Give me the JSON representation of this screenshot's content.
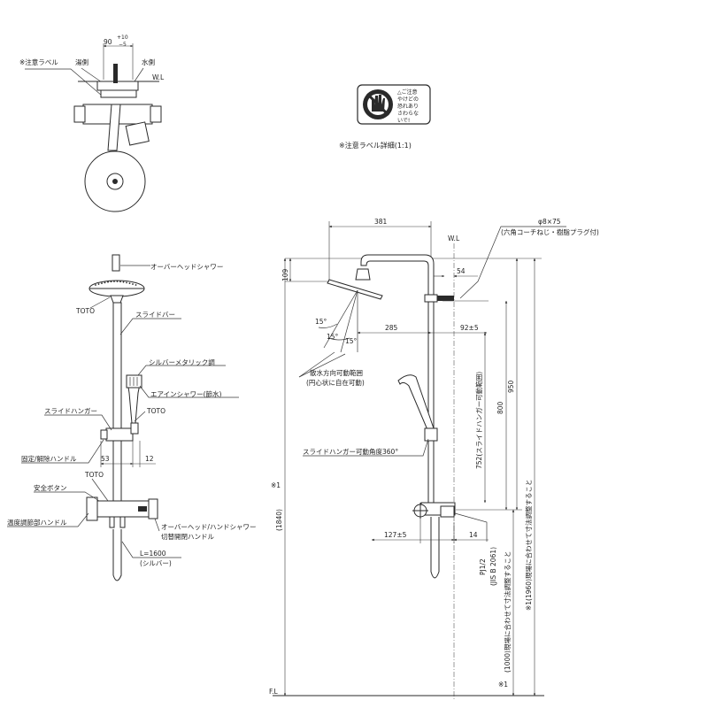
{
  "top_view": {
    "dim_spacing": "90",
    "dim_tol_plus": "+10",
    "dim_tol_minus": "−5",
    "label_caution": "※注意ラベル",
    "label_hot": "湯側",
    "label_cold": "水側",
    "label_wl": "W.L"
  },
  "caution": {
    "label_text": [
      "△ご注意",
      "やけどの",
      "恐れあり",
      "さわらな",
      "いで!"
    ],
    "caption": "※注意ラベル詳細(1:1)"
  },
  "front_view": {
    "overhead_shower": "オーバーヘッドシャワー",
    "toto_top": "TOTO",
    "slide_bar": "スライドバー",
    "silver_metallic": "シルバーメタリック調",
    "air_in_shower": "エアインシャワー(節水)",
    "toto_hand": "TOTO",
    "slide_hanger": "スライドハンガー",
    "lock_handle": "固定/解除ハンドル",
    "dim_53": "53",
    "dim_12": "12",
    "toto_valve": "TOTO",
    "safety_button": "安全ボタン",
    "temp_handle": "温度調節部ハンドル",
    "switch_handle_1": "オーバーヘッド/ハンドシャワー",
    "switch_handle_2": "切替開閉ハンドル",
    "bar_length_1": "L=1600",
    "bar_length_2": "(シルバー)"
  },
  "side_view": {
    "dim_381": "381",
    "screw_1": "φ8×75",
    "screw_2": "(六角コーチねじ・樹脂プラグ付)",
    "label_wl": "W.L",
    "dim_109": "109",
    "dim_54": "54",
    "angle_a": "15°",
    "angle_b": "15°",
    "angle_c": "15°",
    "dim_285": "285",
    "dim_92": "92±5",
    "spray_range_1": "散水方向可動範囲",
    "spray_range_2": "(円心状に自在可動)",
    "dim_950": "950",
    "dim_800": "800",
    "dim_752": "752(スライドハンガー可動範囲)",
    "hanger_rotation": "スライドハンガー可動角度360°",
    "dim_1840": "(1840)",
    "note_ref": "※1",
    "dim_1960": "※1(1960)現場に合わせて寸法調整すること",
    "dim_1000": "(1000)現場に合わせて寸法調整すること",
    "dim_127": "127±5",
    "dim_14": "14",
    "pipe_thread_1": "PJ1/2",
    "pipe_thread_2": "(JIS B 2061)",
    "label_fl": "F.L"
  }
}
